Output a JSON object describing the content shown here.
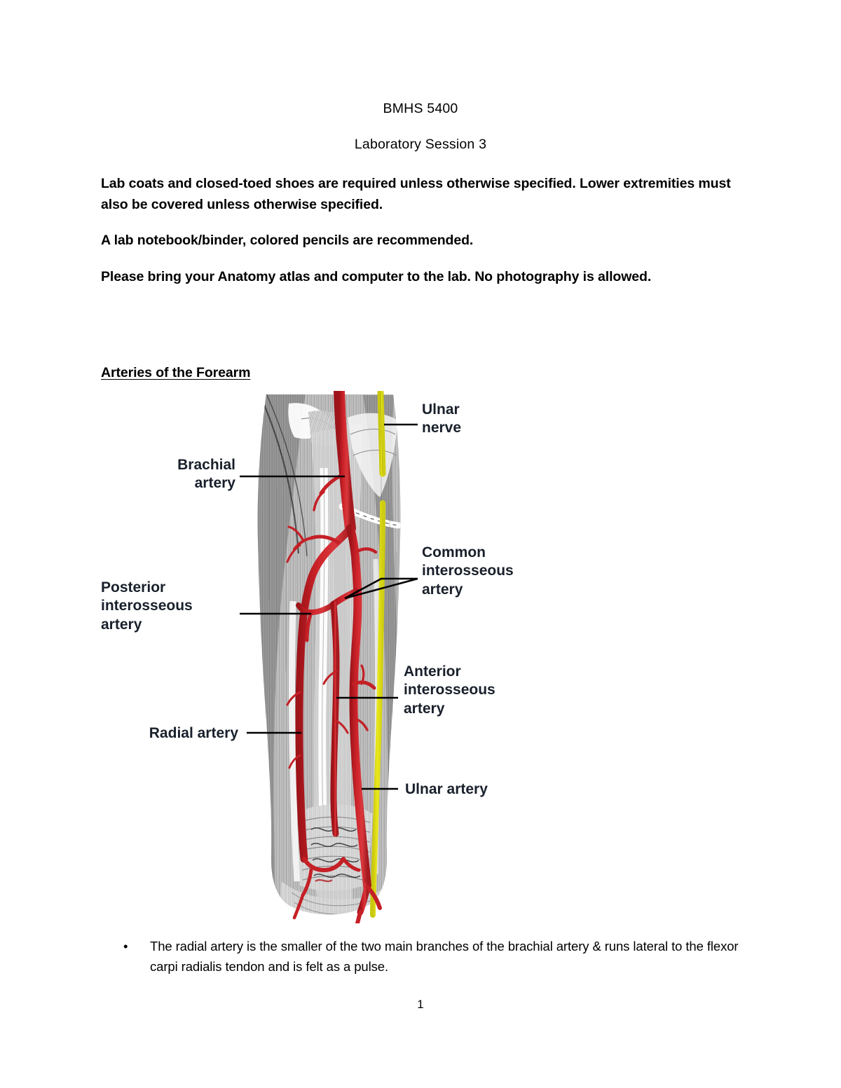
{
  "document": {
    "title_line_1": "BMHS 5400",
    "title_line_2": "Laboratory Session 3",
    "paragraphs": [
      "Lab coats and closed-toed shoes are required unless otherwise specified.  Lower extremities must also be covered unless otherwise specified.",
      "A lab notebook/binder, colored pencils are recommended.",
      "Please bring your Anatomy atlas and computer to the lab.  No photography is allowed."
    ],
    "section_heading": "Arteries of the Forearm",
    "page_number": "1"
  },
  "figure": {
    "alt": "Anatomical illustration of the arteries of the right forearm, anterior view",
    "colors": {
      "artery_red": "#cc2229",
      "nerve_yellow": "#e9e81c",
      "tissue_gray": "#b9b9b9",
      "leader_black": "#000000",
      "label_text": "#19202b"
    },
    "labels": [
      {
        "id": "ulnar-nerve",
        "text": "Ulnar\nnerve",
        "side": "right"
      },
      {
        "id": "brachial-artery",
        "text": "Brachial\nartery",
        "side": "left"
      },
      {
        "id": "common-interosseous",
        "text": "Common\ninterosseous\nartery",
        "side": "right"
      },
      {
        "id": "posterior-interosseous",
        "text": "Posterior\ninterosseous\nartery",
        "side": "left"
      },
      {
        "id": "anterior-interosseous",
        "text": "Anterior\ninterosseous\nartery",
        "side": "right"
      },
      {
        "id": "radial-artery",
        "text": "Radial artery",
        "side": "left"
      },
      {
        "id": "ulnar-artery",
        "text": "Ulnar artery",
        "side": "right"
      }
    ]
  },
  "bullets": [
    {
      "marker": "•",
      "text": "The radial artery is the smaller of the two main branches of the brachial artery & runs lateral to the flexor carpi radialis tendon and is felt as a pulse."
    }
  ]
}
